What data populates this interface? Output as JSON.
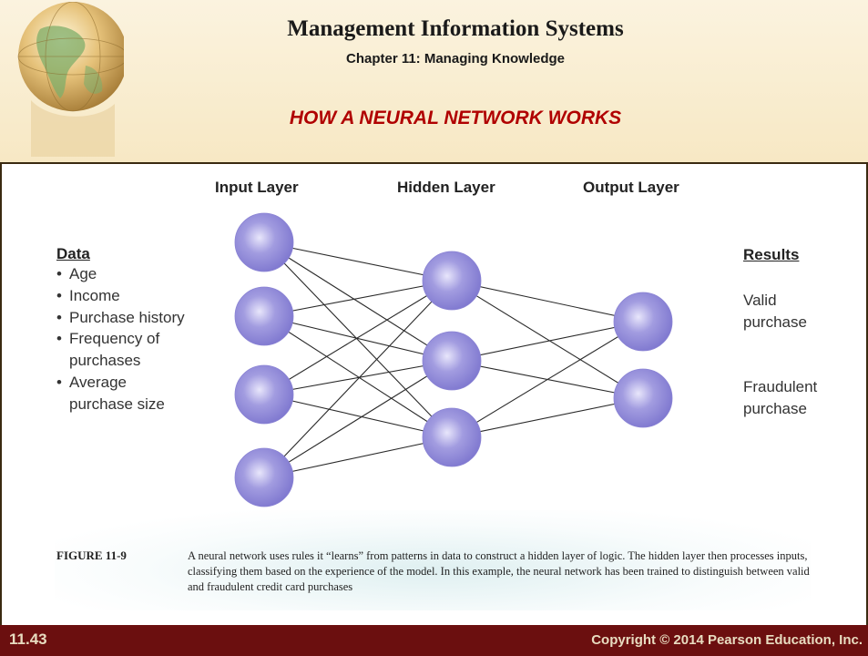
{
  "header": {
    "title": "Management Information Systems",
    "subtitle": "Chapter 11: Managing Knowledge",
    "slide_heading": "HOW A NEURAL NETWORK WORKS"
  },
  "diagram": {
    "layers": [
      "Input Layer",
      "Hidden Layer",
      "Output Layer"
    ],
    "input_nodes": 4,
    "hidden_nodes": 3,
    "output_nodes": 2,
    "node_color": "#8a83d4",
    "data": {
      "heading": "Data",
      "items": [
        "Age",
        "Income",
        "Purchase history",
        "Frequency of purchases",
        "Average purchase size"
      ]
    },
    "results": {
      "heading": "Results",
      "items": [
        "Valid purchase",
        "Fraudulent purchase"
      ]
    }
  },
  "caption": {
    "label": "FIGURE 11-9",
    "text": "A neural network uses rules it “learns” from patterns in data to construct a hidden layer of logic. The hidden layer then processes inputs, classifying them based on the experience of the model. In this example, the neural network has been trained to distinguish between valid and fraudulent credit card purchases"
  },
  "footer": {
    "slide_number": "11.43",
    "copyright": "Copyright © 2014 Pearson Education, Inc."
  }
}
